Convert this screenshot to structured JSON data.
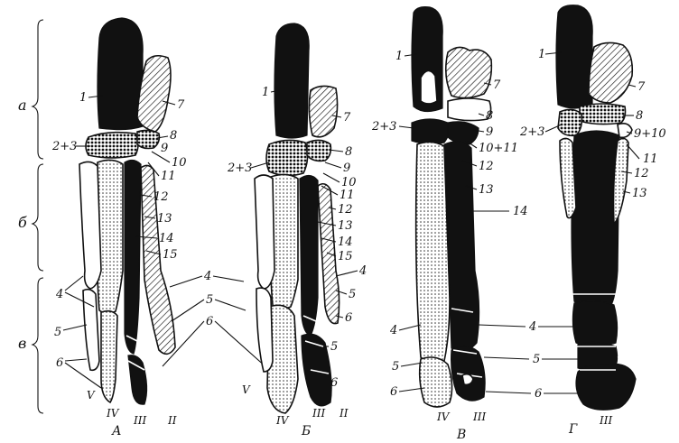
{
  "sections": {
    "a": "а",
    "b": "б",
    "v": "в"
  },
  "panels": {
    "A": "А",
    "B": "Б",
    "V": "В",
    "G": "Г"
  },
  "digits": {
    "V": "V",
    "IV": "IV",
    "III": "III",
    "II": "II"
  },
  "labels": {
    "n1": "1",
    "n2_3": "2+3",
    "n4": "4",
    "n5": "5",
    "n6": "6",
    "n7": "7",
    "n8": "8",
    "n9": "9",
    "n10": "10",
    "n11": "11",
    "n12": "12",
    "n13": "13",
    "n14": "14",
    "n15": "15",
    "n10_11": "10+11",
    "n9_10": "9+10"
  }
}
